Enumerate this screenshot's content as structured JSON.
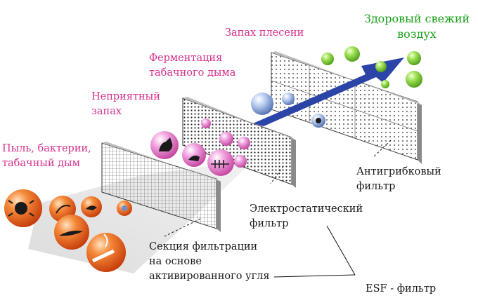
{
  "labels": {
    "dust": "Пыль, бактерии,\nтабачный дым",
    "odor": "Неприятный\nзапах",
    "fermentation": "Ферментация\nтабачного дыма",
    "mold": "Запах плесени",
    "fresh_air": "Здоровый свежий\nвоздух",
    "antifungal": "Антигрибковый\nфильтр",
    "electrostatic": "Электростатический\nфильтр",
    "carbon": "Секция фильтрации\nна основе\nактивированного угля",
    "esf": "ESF - фильтр"
  },
  "colors": {
    "pink_text": "#d5318f",
    "green_text": "#1aa01a",
    "arrow": "#2b44a8",
    "orange_ball": "#e8561a",
    "pink_ball": "#e070c8",
    "blue_ball": "#8aa6d8",
    "green_ball": "#7ad13a"
  }
}
